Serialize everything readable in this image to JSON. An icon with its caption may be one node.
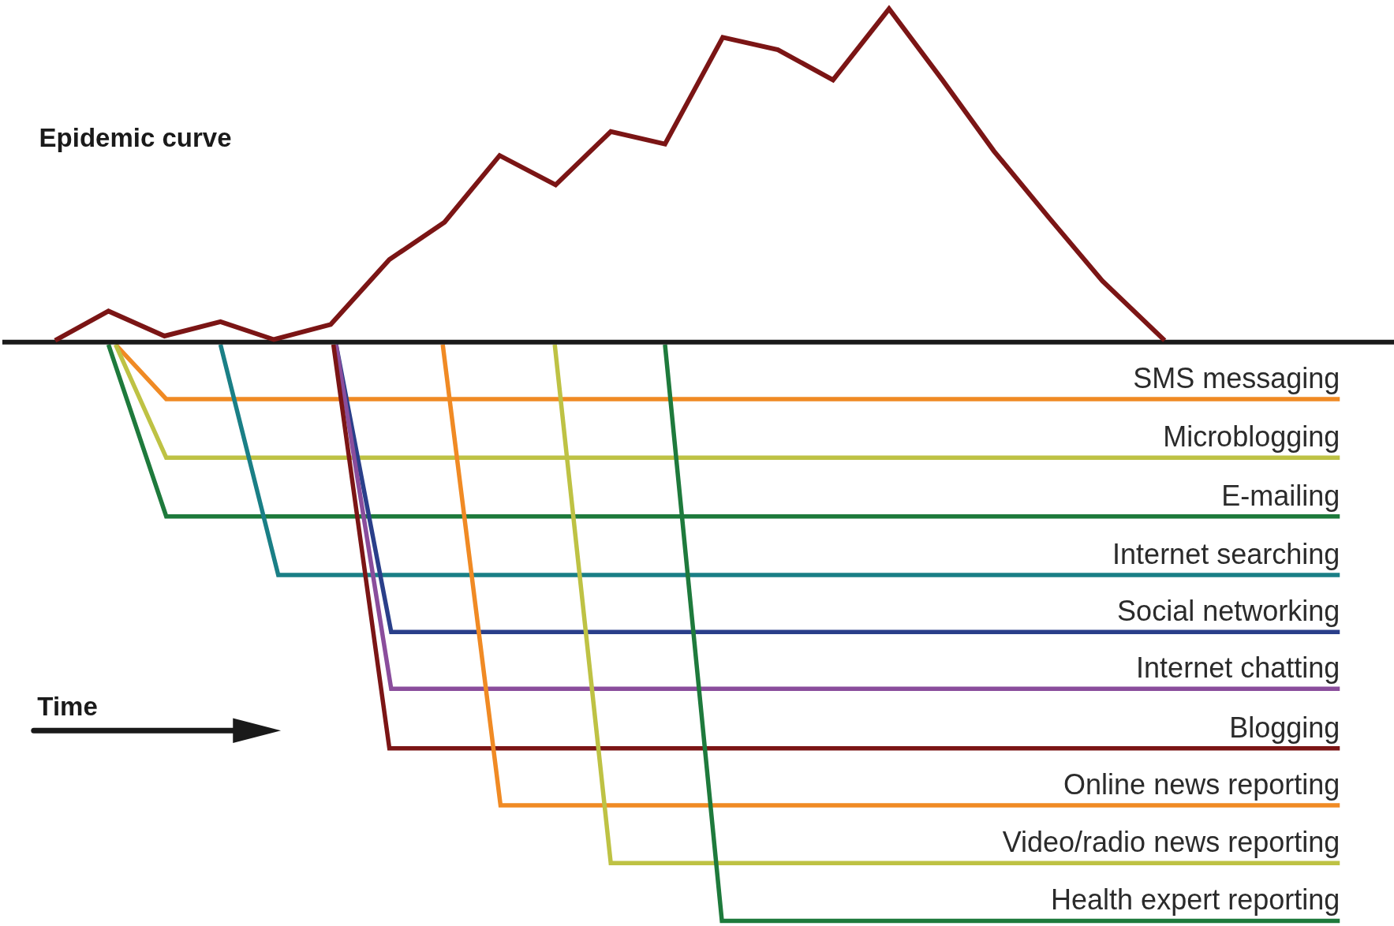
{
  "diagram": {
    "nodes": [
      {
        "text": [
          "SMS messaging"
        ]
      },
      {
        "text": [
          "Microblogging"
        ]
      },
      {
        "text": [
          "E-mailing"
        ]
      },
      {
        "text": [
          "Internet searching"
        ]
      },
      {
        "text": [
          "Social networking"
        ]
      },
      {
        "text": [
          "Internet chatting"
        ]
      },
      {
        "text": [
          "Blogging"
        ]
      },
      {
        "text": [
          "Online news reporting"
        ]
      },
      {
        "text": [
          "Video/radio news reporting"
        ]
      },
      {
        "text": [
          "Health expert reporting"
        ]
      }
    ],
    "edges": [
      {
        "from": null,
        "to": 0,
        "arrow": "none",
        "color": "#f08a24"
      },
      {
        "from": null,
        "to": 1,
        "arrow": "none",
        "color": "#bec244"
      },
      {
        "from": null,
        "to": 2,
        "arrow": "none",
        "color": "#1e7a3c"
      },
      {
        "from": null,
        "to": 3,
        "arrow": "none",
        "color": "#1a7f86"
      },
      {
        "from": null,
        "to": 4,
        "arrow": "none",
        "color": "#2a3f8a"
      },
      {
        "from": null,
        "to": 5,
        "arrow": "none",
        "color": "#8a4d9c"
      },
      {
        "from": null,
        "to": 6,
        "arrow": "none",
        "color": "#7b1515"
      },
      {
        "from": null,
        "to": 7,
        "arrow": "none",
        "color": "#f08a24"
      },
      {
        "from": null,
        "to": 8,
        "arrow": "none",
        "color": "#bec244"
      },
      {
        "from": null,
        "to": 9,
        "arrow": "none",
        "color": "#1e7a3c"
      }
    ],
    "labels": [
      "Epidemic curve",
      "Time"
    ]
  }
}
